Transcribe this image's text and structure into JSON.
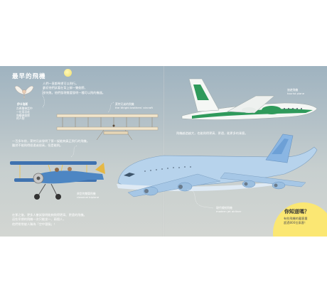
{
  "page": {
    "title": "最早的飛機",
    "intro": [
      "人們一直都希望可以飛行。",
      "最初他們試著在背上綁一雙翅膀，",
      "卻失敗。他們發現需要發明一種可以飛的機器。"
    ],
    "icarus_label": "伊卡洛斯",
    "icarus_caption": [
      "古希臘神話中",
      "一位用羽毛",
      "和蠟做翅膀",
      "的人物"
    ],
    "wright_label": "萊特兄弟的飛機",
    "wright_label_en": "the Wright brothers' aircraft",
    "wright_text": [
      "一百多年前，萊特兄弟發明了第一架能夠真正飛行的飛機。",
      "雖然不能飛得很遠或很高，但是能飛。"
    ],
    "biplane_label": "典型的雙翼飛機",
    "biplane_label_en": "classical biplane",
    "later_text": [
      "在那之後，更多人嘗試發明能夠飛得更高、更遠的飛機。",
      "這些早期的飛機一次只能坐一、兩個人，",
      "他們常常被人稱為「空中冒險」！"
    ],
    "tourist_label": "旅遊飛機",
    "tourist_label_en": "tourist plane",
    "passenger_text": "飛機越造越大，也能飛得更高、更遠，能更多的乘客。",
    "jet_label": "現代噴射飛機",
    "jet_label_en": "modern jet airliner",
    "callout_title": "你知道嗎？",
    "callout_body": [
      "有些飛機的載客量",
      "超過800位乘客！"
    ],
    "colors": {
      "sky": "#b5c2c8",
      "callout": "#fbe773",
      "jet": "#b7d3ec",
      "tourist_stripe": "#2f9a5b"
    }
  }
}
